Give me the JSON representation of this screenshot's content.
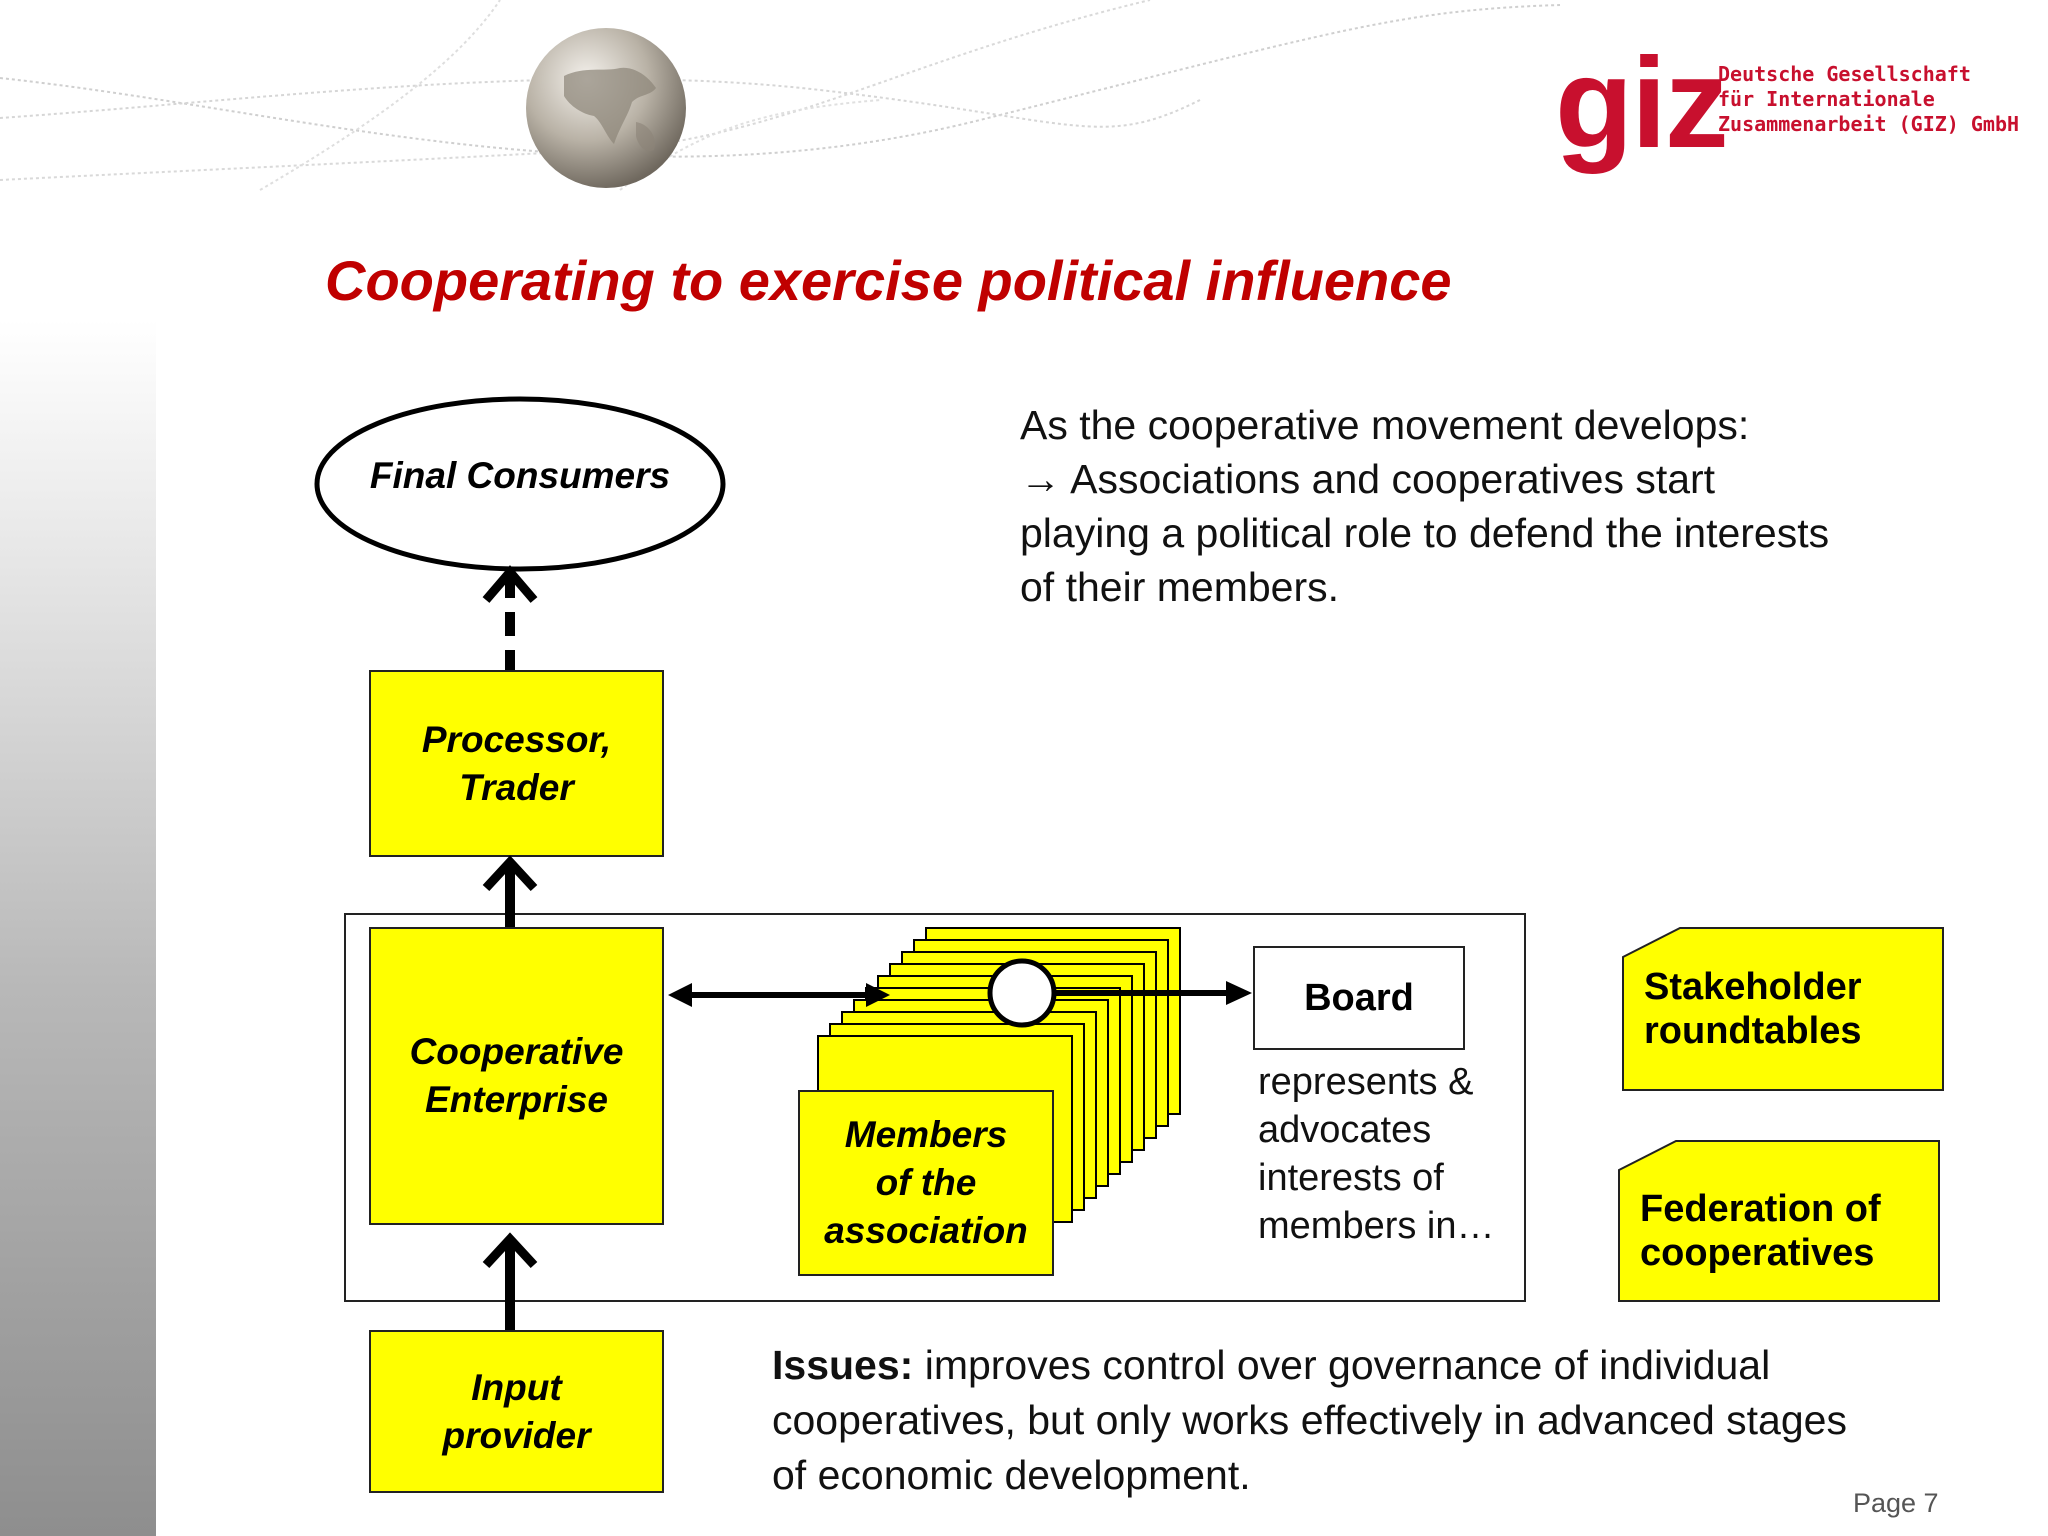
{
  "title": "Cooperating to exercise political influence",
  "logo": {
    "mark": "giz",
    "lines": [
      "Deutsche Gesellschaft",
      "für Internationale",
      "Zusammenarbeit (GIZ) GmbH"
    ]
  },
  "intro": {
    "line1": "As the cooperative movement develops:",
    "line2": "→ Associations and cooperatives start",
    "line3": "playing a political role to defend the interests",
    "line4": "of their members."
  },
  "diagram": {
    "final_consumers": "Final Consumers",
    "processor": [
      "Processor,",
      "Trader"
    ],
    "cooperative": [
      "Cooperative",
      "Enterprise"
    ],
    "input": [
      "Input",
      "provider"
    ],
    "members": [
      "Members",
      "of the",
      "association"
    ],
    "board": "Board",
    "represents": [
      "represents &",
      "advocates",
      "interests of",
      "members in…"
    ],
    "stakeholder": [
      "Stakeholder",
      "roundtables"
    ],
    "federation": [
      "Federation of",
      "cooperatives"
    ]
  },
  "issues": {
    "label": "Issues:",
    "line1": " improves control over governance of individual",
    "line2": "cooperatives, but only works effectively in advanced stages",
    "line3": "of economic development."
  },
  "page": "Page 7",
  "colors": {
    "accent": "#c00000",
    "box": "#ffff00",
    "logo": "#c8102e"
  }
}
